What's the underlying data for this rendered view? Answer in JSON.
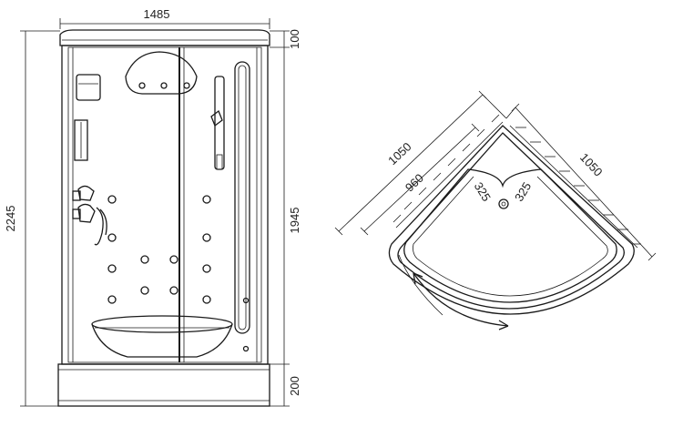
{
  "front_view": {
    "width_label": "1485",
    "height_total_label": "2245",
    "top_section_label": "100",
    "cabin_height_label": "1945",
    "base_height_label": "200"
  },
  "plan_view": {
    "side_left_label": "1050",
    "inner_left_label": "960",
    "side_right_label": "1050",
    "corner_left_label": "325",
    "corner_right_label": "325"
  }
}
